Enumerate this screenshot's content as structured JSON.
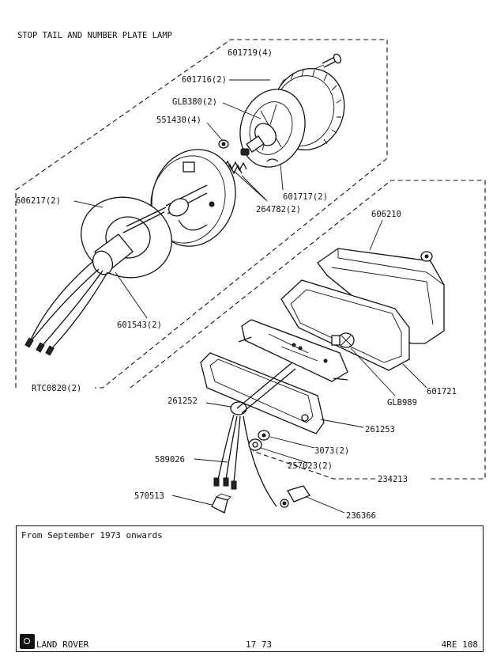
{
  "title": "STOP TAIL AND NUMBER PLATE LAMP",
  "parts": {
    "p601719": "601719(4)",
    "p601716": "601716(2)",
    "pGLB380": "GLB380(2)",
    "p551430": "551430(4)",
    "p606217": "606217(2)",
    "p601717": "601717(2)",
    "p264782": "264782(2)",
    "p606210": "606210",
    "p601543": "601543(2)",
    "p601721": "601721",
    "pGLB989": "GLB989",
    "pRTC0820": "RTC0820(2)",
    "p261252": "261252",
    "p261253": "261253",
    "p3073": "3073(2)",
    "p257023": "257023(2)",
    "p589026": "589026",
    "p234213": "234213",
    "p570513": "570513",
    "p236366": "236366"
  },
  "note": {
    "text": "From September 1973 onwards"
  },
  "footer": {
    "logo_icon": "land-rover-leyland-logo",
    "brand": "LAND ROVER",
    "date": "17 73",
    "reference": "4RE 108"
  }
}
